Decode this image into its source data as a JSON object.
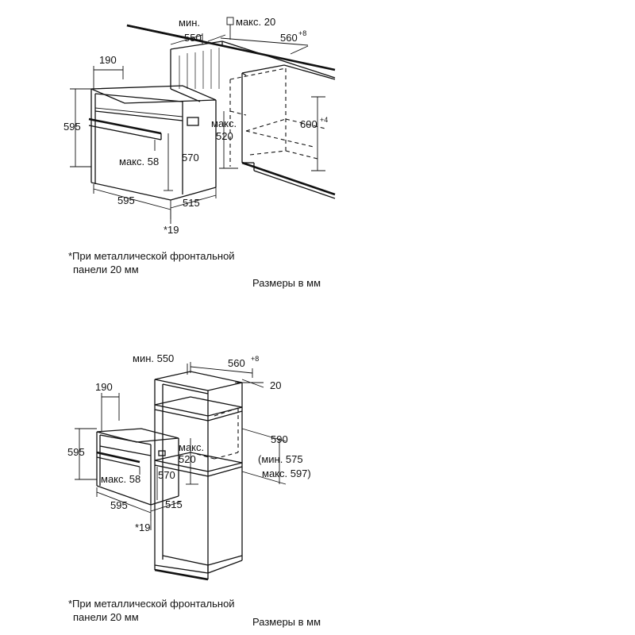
{
  "top_diagram": {
    "dim_min_label": "мин.",
    "dim_min_value": "550",
    "dim_max_depth_label": "макс. 20",
    "dim_width": "560",
    "dim_width_tol": "+8",
    "dim_depth_front": "190",
    "dim_height": "595",
    "dim_max_520_label": "макс.",
    "dim_max_520_value": "520",
    "dim_niche_height": "600",
    "dim_niche_height_tol": "+4",
    "dim_570": "570",
    "dim_max_58": "макс. 58",
    "dim_width_595": "595",
    "dim_515": "515",
    "dim_19": "*19",
    "footnote_line1": "*При металлической фронтальной",
    "footnote_line2": "панели 20 мм",
    "units_note": "Размеры в мм"
  },
  "bottom_diagram": {
    "dim_min_550": "мин. 550",
    "dim_width": "560",
    "dim_width_tol": "+8",
    "dim_20": "20",
    "dim_depth_front": "190",
    "dim_height": "595",
    "dim_max_label": "макс.",
    "dim_max_value": "520",
    "dim_590": "590",
    "dim_590_min": "(мин. 575",
    "dim_590_max": "макс. 597)",
    "dim_max_58": "макс. 58",
    "dim_570": "570",
    "dim_width_595": "595",
    "dim_515": "515",
    "dim_19": "*19",
    "footnote_line1": "*При металлической фронтальной",
    "footnote_line2": "панели 20 мм",
    "units_note": "Размеры в мм"
  }
}
